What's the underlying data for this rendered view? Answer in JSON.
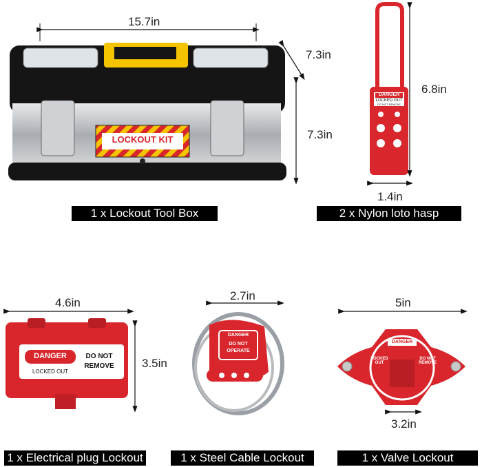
{
  "toolbox": {
    "width": "15.7in",
    "depth": "7.3in",
    "height": "7.3in",
    "caption": "1 x Lockout Tool Box",
    "label": "LOCKOUT KIT"
  },
  "hasp": {
    "height": "6.8in",
    "width": "1.4in",
    "caption": "2 x Nylon loto hasp",
    "tag_title": "DANGER",
    "tag_line1": "LOCKED OUT",
    "tag_line2": "DO NOT REMOVE"
  },
  "plug": {
    "width": "4.6in",
    "height": "3.5in",
    "caption": "1 x Electrical plug Lockout",
    "danger": "DANGER",
    "locked": "LOCKED OUT",
    "do_not": "DO NOT",
    "remove": "REMOVE"
  },
  "cable": {
    "width": "2.7in",
    "caption": "1 x Steel Cable Lockout",
    "danger": "DANGER",
    "do_not": "DO NOT",
    "operate": "OPERATE"
  },
  "valve": {
    "width": "5in",
    "height": "3.2in",
    "caption": "1 x Valve Lockout",
    "danger": "DANGER",
    "locked": "LOCKED OUT",
    "do_not": "DO NOT REMOVE"
  },
  "colors": {
    "red": "#d8262c",
    "black": "#111111",
    "steel": "#b9bcbf",
    "yellow": "#f4c400"
  }
}
